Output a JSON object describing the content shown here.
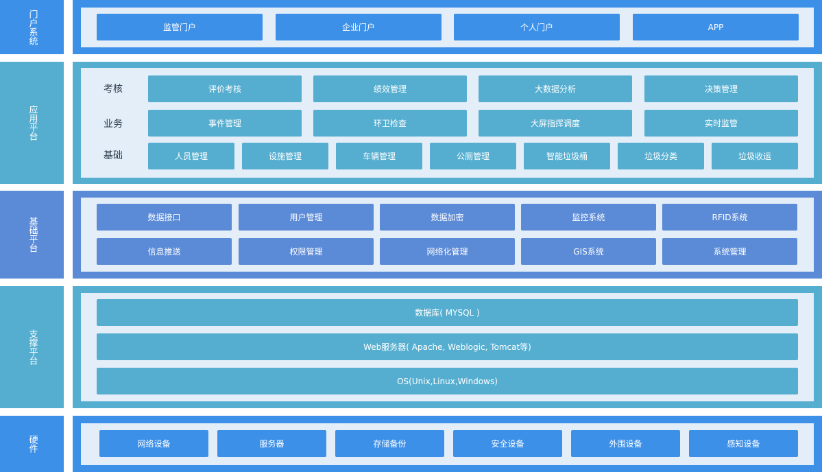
{
  "colors": {
    "portal": "#3d90e8",
    "application": "#55aed0",
    "base": "#5b8ad6",
    "support": "#55aed0",
    "hardware": "#3d90e8"
  },
  "layers": {
    "portal": {
      "label": "门户系统",
      "items": [
        "监管门户",
        "企业门户",
        "个人门户",
        "APP"
      ]
    },
    "application": {
      "label": "应用平台",
      "rows": [
        {
          "label": "考核",
          "items": [
            "评价考核",
            "绩效管理",
            "大数据分析",
            "决策管理"
          ]
        },
        {
          "label": "业务",
          "items": [
            "事件管理",
            "环卫检查",
            "大屏指挥调度",
            "实时监管"
          ]
        },
        {
          "label": "基础",
          "items": [
            "人员管理",
            "设施管理",
            "车辆管理",
            "公厕管理",
            "智能垃圾桶",
            "垃圾分类",
            "垃圾收运"
          ]
        }
      ]
    },
    "base": {
      "label": "基础平台",
      "rows": [
        [
          "数据接口",
          "用户管理",
          "数据加密",
          "监控系统",
          "RFID系统"
        ],
        [
          "信息推送",
          "权限管理",
          "网络化管理",
          "GIS系统",
          "系统管理"
        ]
      ]
    },
    "support": {
      "label": "支撑平台",
      "items": [
        "数据库( MYSQL )",
        "Web服务器( Apache, Weblogic, Tomcat等)",
        "OS(Unix,Linux,Windows)"
      ]
    },
    "hardware": {
      "label": "硬件",
      "items": [
        "网络设备",
        "服务器",
        "存储备份",
        "安全设备",
        "外围设备",
        "感知设备"
      ]
    }
  }
}
